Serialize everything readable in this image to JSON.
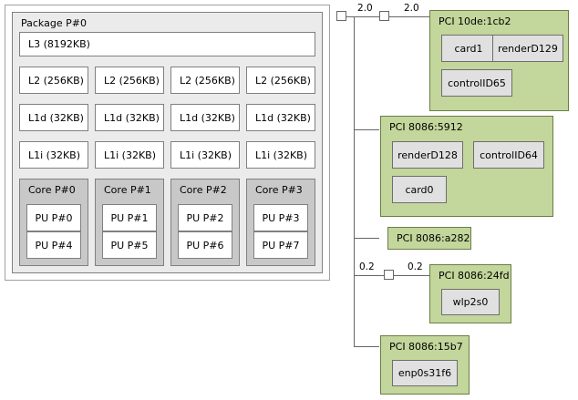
{
  "machine": {
    "package": {
      "title": "Package P#0",
      "l3": "L3 (8192KB)",
      "columns": [
        {
          "l2": "L2 (256KB)",
          "l1d": "L1d (32KB)",
          "l1i": "L1i (32KB)",
          "core": "Core P#0",
          "pus": [
            "PU P#0",
            "PU P#4"
          ]
        },
        {
          "l2": "L2 (256KB)",
          "l1d": "L1d (32KB)",
          "l1i": "L1i (32KB)",
          "core": "Core P#1",
          "pus": [
            "PU P#1",
            "PU P#5"
          ]
        },
        {
          "l2": "L2 (256KB)",
          "l1d": "L1d (32KB)",
          "l1i": "L1i (32KB)",
          "core": "Core P#2",
          "pus": [
            "PU P#2",
            "PU P#6"
          ]
        },
        {
          "l2": "L2 (256KB)",
          "l1d": "L1d (32KB)",
          "l1i": "L1i (32KB)",
          "core": "Core P#3",
          "pus": [
            "PU P#3",
            "PU P#7"
          ]
        }
      ]
    }
  },
  "io": {
    "link_labels": {
      "top_left": "2.0",
      "top_right": "2.0",
      "bottom_left": "0.2",
      "bottom_right": "0.2"
    },
    "devices": [
      {
        "title": "PCI 10de:1cb2",
        "osdevs": [
          "card1",
          "renderD129",
          "controlID65"
        ]
      },
      {
        "title": "PCI 8086:5912",
        "osdevs": [
          "renderD128",
          "controlID64",
          "card0"
        ]
      },
      {
        "title": "PCI 8086:a282",
        "osdevs": []
      },
      {
        "title": "PCI 8086:24fd",
        "osdevs": [
          "wlp2s0"
        ]
      },
      {
        "title": "PCI 8086:15b7",
        "osdevs": [
          "enp0s31f6"
        ]
      }
    ]
  },
  "colors": {
    "pci_fill": "#c3d69b",
    "pci_border": "#6b7d47",
    "osdev_fill": "#e0e0e0",
    "package_fill": "#ebebeb",
    "core_fill": "#c8c8c8",
    "line": "#666666"
  }
}
